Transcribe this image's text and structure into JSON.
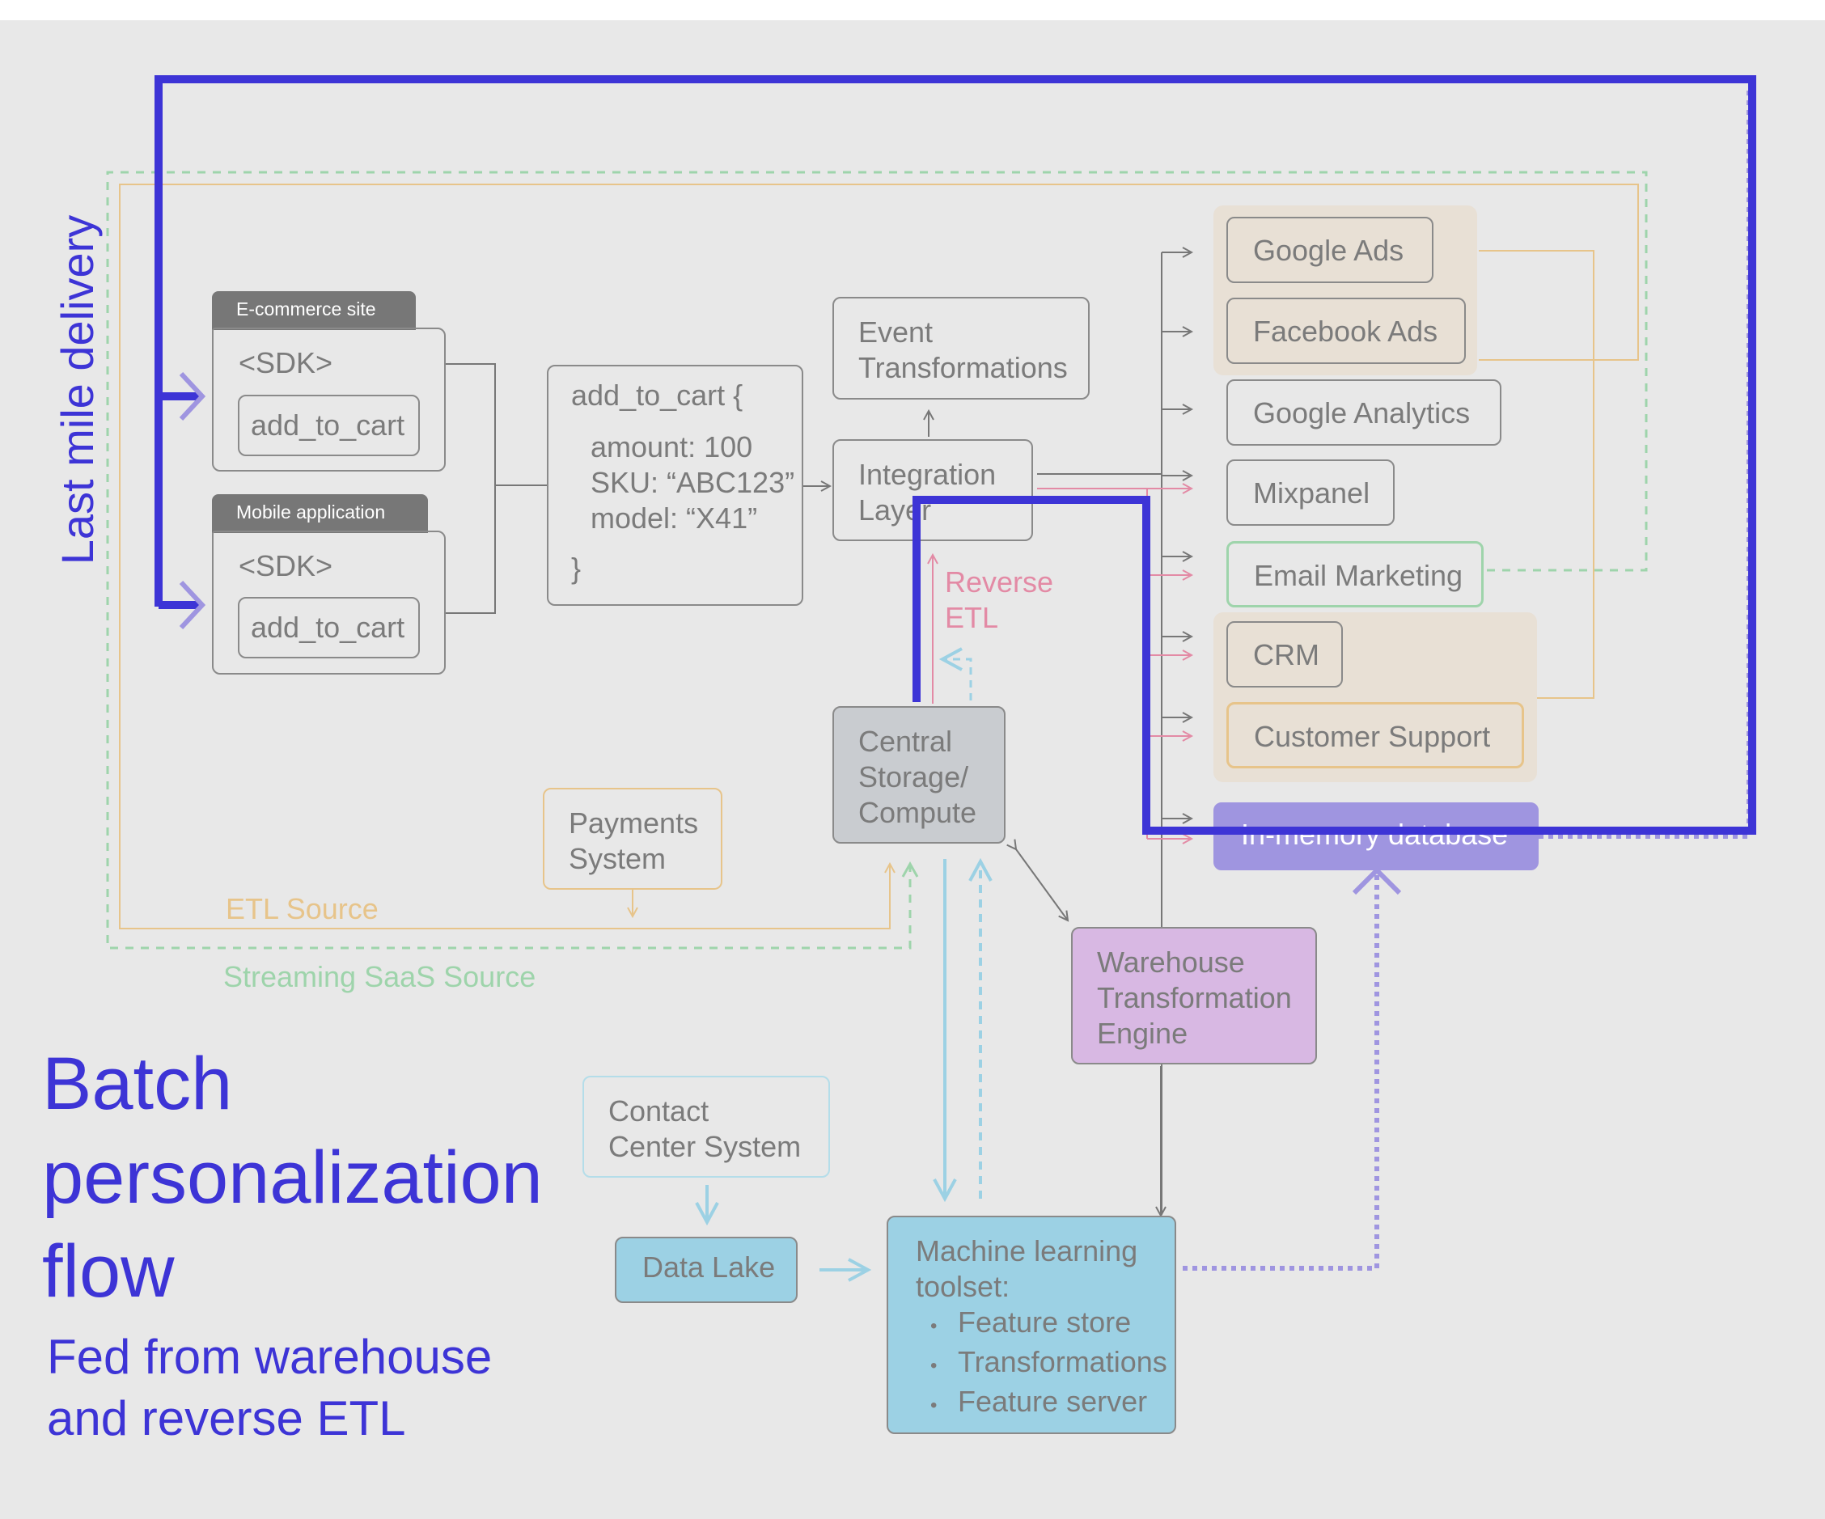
{
  "colors": {
    "accent": "#3d34d6",
    "etl": "#e7c48a",
    "streaming": "#9ed4ab",
    "reverse_etl": "#e38aa5",
    "ml": "#9cd1e4",
    "warehouse_engine": "#d8b8e3",
    "in_memory": "#9f95e0"
  },
  "title": {
    "line1": "Batch",
    "line2": "personalization",
    "line3": "flow",
    "subtitle1": "Fed from warehouse",
    "subtitle2": "and reverse ETL"
  },
  "side_label": "Last mile delivery",
  "sources": {
    "ecommerce": {
      "tab": "E-commerce site",
      "sdk": "<SDK>",
      "event": "add_to_cart"
    },
    "mobile": {
      "tab": "Mobile application",
      "sdk": "<SDK>",
      "event": "add_to_cart"
    }
  },
  "payload": {
    "open": "add_to_cart {",
    "line1": "amount: 100",
    "line2": "SKU: “ABC123”",
    "line3": "model: “X41”",
    "close": "}"
  },
  "event_transformations": "Event\nTransformations",
  "integration_layer": "Integration\nLayer",
  "reverse_etl_label": "Reverse\nETL",
  "central_storage": "Central\nStorage/\nCompute",
  "payments_system": "Payments\nSystem",
  "etl_source_label": "ETL Source",
  "streaming_source_label": "Streaming SaaS Source",
  "warehouse_engine": "Warehouse\nTransformation\nEngine",
  "contact_center": "Contact\nCenter System",
  "data_lake": "Data Lake",
  "ml_toolset": {
    "title": "Machine learning\ntoolset:",
    "items": [
      "Feature store",
      "Transformations",
      "Feature server"
    ]
  },
  "destinations": {
    "google_ads": "Google Ads",
    "facebook_ads": "Facebook Ads",
    "google_analytics": "Google Analytics",
    "mixpanel": "Mixpanel",
    "email_marketing": "Email Marketing",
    "crm": "CRM",
    "customer_support": "Customer Support",
    "in_memory_db": "In-memory database"
  }
}
